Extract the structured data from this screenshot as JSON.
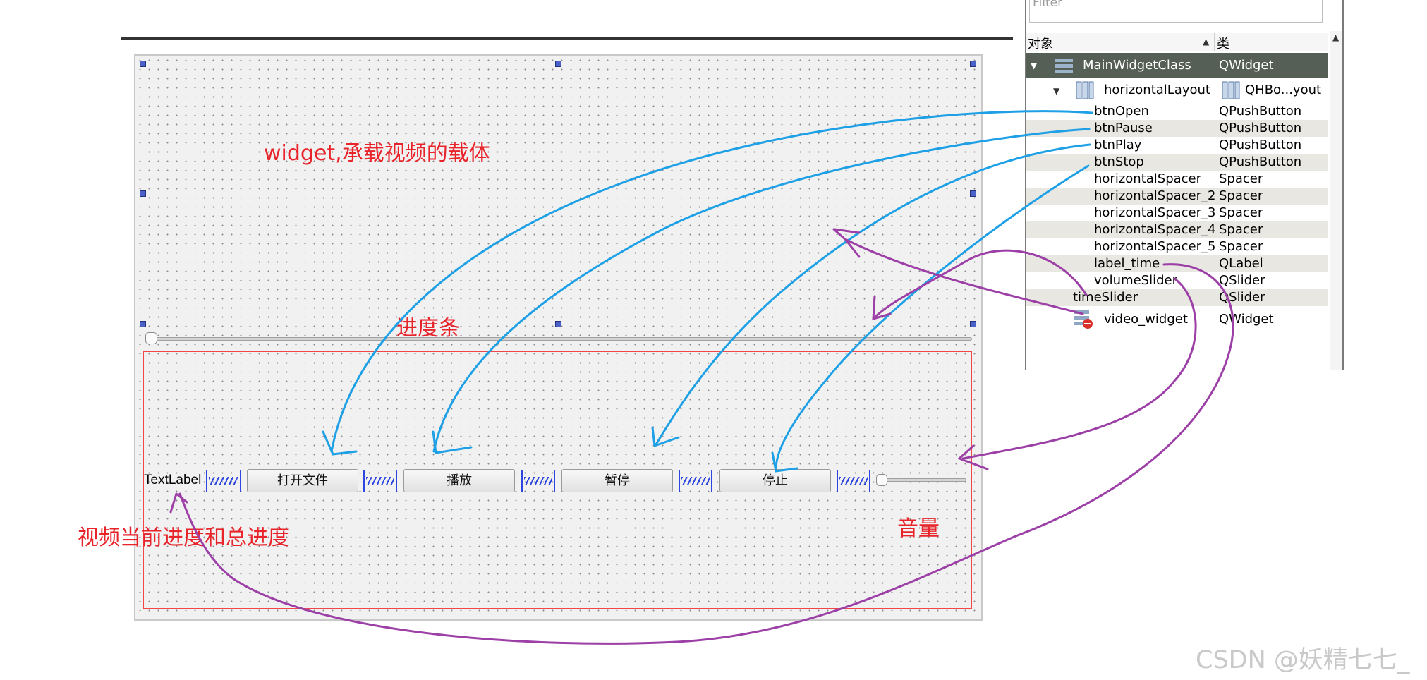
{
  "form": {
    "video_widget_annotation": "widget,承载视频的载体",
    "progress_annotation": "进度条",
    "time_annotation": "视频当前进度和总进度",
    "volume_annotation": "音量",
    "label_text": "TextLabel",
    "buttons": {
      "open": "打开文件",
      "play": "播放",
      "pause": "暂停",
      "stop": "停止"
    }
  },
  "inspector": {
    "filter_placeholder": "Filter",
    "col_object": "对象",
    "col_class": "类",
    "rows": [
      {
        "name": "MainWidgetClass",
        "class": "QWidget"
      },
      {
        "name": "horizontalLayout",
        "class": "QHBo...yout"
      },
      {
        "name": "btnOpen",
        "class": "QPushButton"
      },
      {
        "name": "btnPause",
        "class": "QPushButton"
      },
      {
        "name": "btnPlay",
        "class": "QPushButton"
      },
      {
        "name": "btnStop",
        "class": "QPushButton"
      },
      {
        "name": "horizontalSpacer",
        "class": "Spacer"
      },
      {
        "name": "horizontalSpacer_2",
        "class": "Spacer"
      },
      {
        "name": "horizontalSpacer_3",
        "class": "Spacer"
      },
      {
        "name": "horizontalSpacer_4",
        "class": "Spacer"
      },
      {
        "name": "horizontalSpacer_5",
        "class": "Spacer"
      },
      {
        "name": "label_time",
        "class": "QLabel"
      },
      {
        "name": "volumeSlider",
        "class": "QSlider"
      },
      {
        "name": "timeSlider",
        "class": "QSlider"
      },
      {
        "name": "video_widget",
        "class": "QWidget"
      }
    ]
  },
  "colors": {
    "annotation_red": "#e8232a",
    "arrow_blue": "#1ea0e6",
    "arrow_purple": "#9c3fa6",
    "selected_row": "#555f55"
  },
  "watermark": "CSDN @妖精七七_"
}
